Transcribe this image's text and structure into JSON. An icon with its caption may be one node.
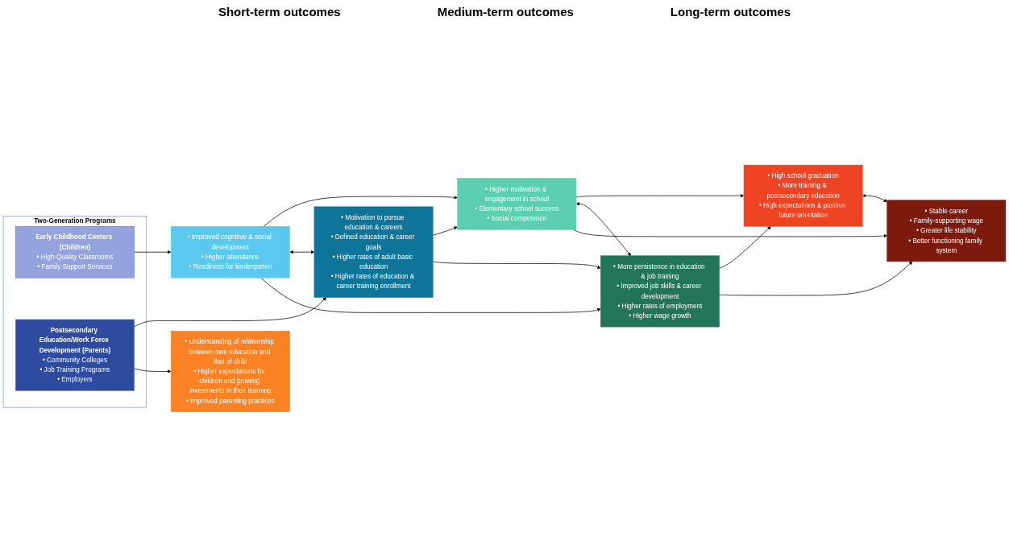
{
  "diagram": {
    "nodes": [
      {
        "text": [
          "Two-Generation Programs"
        ]
      },
      {
        "text": [
          "Early Childhood Centers (Children)",
          "• High-Quality Classrooms",
          "• Family Support Services"
        ],
        "in": 0
      },
      {
        "text": [
          "Postsecondary Education/Work Force Development (Parents)",
          "• Community Colleges",
          "• Job Training Programs",
          "• Employers"
        ],
        "in": 0
      },
      {
        "text": [
          "• Improved cognitive & social development",
          "• Higher attendance",
          "• Readiness for kindergarten"
        ]
      },
      {
        "text": [
          "• Higher motivation & engagement in school",
          "• Elementary school success",
          "• Social competence"
        ]
      },
      {
        "text": [
          "• High school graduation",
          "• More training & postsecondary education",
          "• High expectations & positive future orientation"
        ]
      },
      {
        "text": [
          "• Motivation to pursue education & careers",
          "• Defined education & career goals",
          "• Higher rates of adult basic education",
          "• Higher rates of education & career training enrollment"
        ]
      },
      {
        "text": [
          "• More persistence in education & job training",
          "• Improved job skills & career development",
          "• Higher rates of employment",
          "• Higher wage growth"
        ]
      },
      {
        "text": [
          "• Stable career",
          "• Family-supporting wage",
          "• Greater life stability",
          "• Better functioning family system"
        ]
      },
      {
        "text": [
          "• Understanding of relationship between own education and that of child",
          "• Higher expectations for children and growing investments in their learning",
          "• Improved parenting practices"
        ]
      }
    ],
    "edges": [
      {
        "from": 1,
        "to": 3,
        "arrow": "to"
      },
      {
        "from": 2,
        "to": 6,
        "arrow": "to"
      },
      {
        "from": 2,
        "to": 9,
        "arrow": "to"
      },
      {
        "from": 3,
        "to": 4,
        "arrow": "to"
      },
      {
        "from": 4,
        "to": 5,
        "arrow": "to"
      },
      {
        "from": 3,
        "to": 6,
        "arrow": "both"
      },
      {
        "from": 4,
        "to": 7,
        "arrow": "both"
      },
      {
        "from": 5,
        "to": 8,
        "arrow": "both"
      },
      {
        "from": 3,
        "to": 7,
        "arrow": "to"
      },
      {
        "from": 6,
        "to": 4,
        "arrow": "to"
      },
      {
        "from": 4,
        "to": 8,
        "arrow": "to"
      },
      {
        "from": 7,
        "to": 5,
        "arrow": "to"
      },
      {
        "from": 6,
        "to": 7,
        "arrow": "to"
      },
      {
        "from": 7,
        "to": 8,
        "arrow": "to"
      }
    ],
    "labels": [
      "Short-term outcomes",
      "Medium-term outcomes",
      "Long-term outcomes"
    ]
  }
}
